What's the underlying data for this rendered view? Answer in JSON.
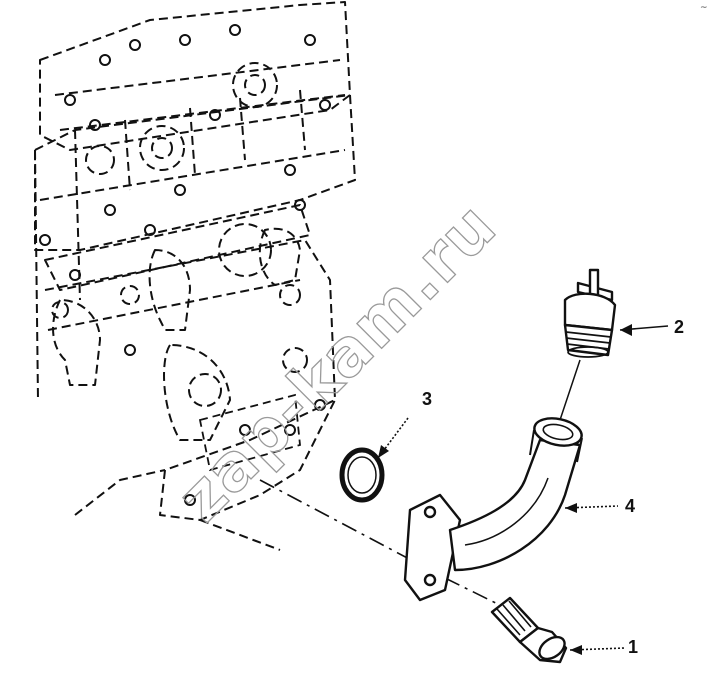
{
  "callouts": [
    {
      "id": "1",
      "label": "1"
    },
    {
      "id": "2",
      "label": "2"
    },
    {
      "id": "3",
      "label": "3"
    },
    {
      "id": "4",
      "label": "4"
    }
  ],
  "watermark": "zap-kam.ru",
  "corner_mark": "~",
  "colors": {
    "ink": "#111111",
    "watermark": "#9a9a9a",
    "background": "#ffffff"
  }
}
